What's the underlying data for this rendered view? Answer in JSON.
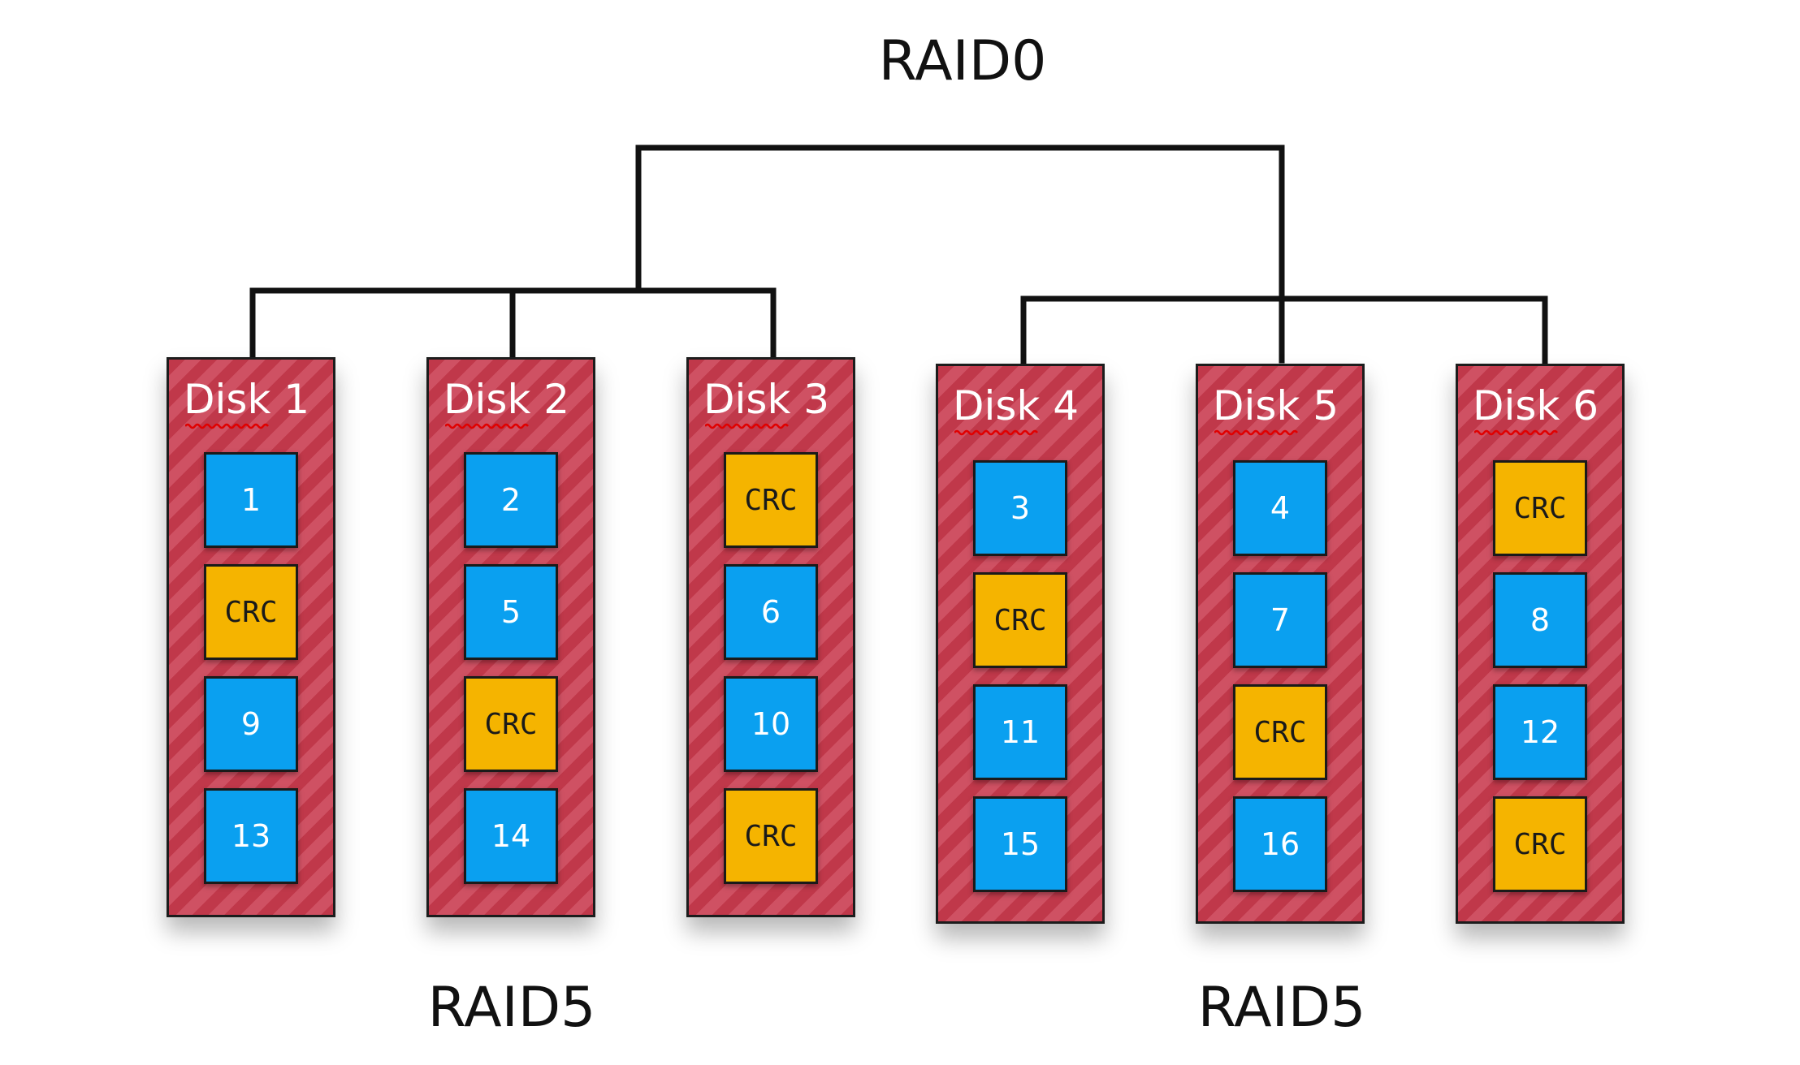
{
  "top_title": "RAID0",
  "colors": {
    "disk": "#c0384a",
    "data_block": "#0aa0f0",
    "parity_block": "#f5b400",
    "connector": "#111111"
  },
  "groups": [
    {
      "label": "RAID5",
      "disks": [
        {
          "label": "Disk 1",
          "blocks": [
            {
              "text": "1",
              "kind": "data"
            },
            {
              "text": "CRC",
              "kind": "parity"
            },
            {
              "text": "9",
              "kind": "data"
            },
            {
              "text": "13",
              "kind": "data"
            }
          ]
        },
        {
          "label": "Disk 2",
          "blocks": [
            {
              "text": "2",
              "kind": "data"
            },
            {
              "text": "5",
              "kind": "data"
            },
            {
              "text": "CRC",
              "kind": "parity"
            },
            {
              "text": "14",
              "kind": "data"
            }
          ]
        },
        {
          "label": "Disk 3",
          "blocks": [
            {
              "text": "CRC",
              "kind": "parity"
            },
            {
              "text": "6",
              "kind": "data"
            },
            {
              "text": "10",
              "kind": "data"
            },
            {
              "text": "CRC",
              "kind": "parity"
            }
          ]
        }
      ]
    },
    {
      "label": "RAID5",
      "disks": [
        {
          "label": "Disk 4",
          "blocks": [
            {
              "text": "3",
              "kind": "data"
            },
            {
              "text": "CRC",
              "kind": "parity"
            },
            {
              "text": "11",
              "kind": "data"
            },
            {
              "text": "15",
              "kind": "data"
            }
          ]
        },
        {
          "label": "Disk 5",
          "blocks": [
            {
              "text": "4",
              "kind": "data"
            },
            {
              "text": "7",
              "kind": "data"
            },
            {
              "text": "CRC",
              "kind": "parity"
            },
            {
              "text": "16",
              "kind": "data"
            }
          ]
        },
        {
          "label": "Disk 6",
          "blocks": [
            {
              "text": "CRC",
              "kind": "parity"
            },
            {
              "text": "8",
              "kind": "data"
            },
            {
              "text": "12",
              "kind": "data"
            },
            {
              "text": "CRC",
              "kind": "parity"
            }
          ]
        }
      ]
    }
  ]
}
